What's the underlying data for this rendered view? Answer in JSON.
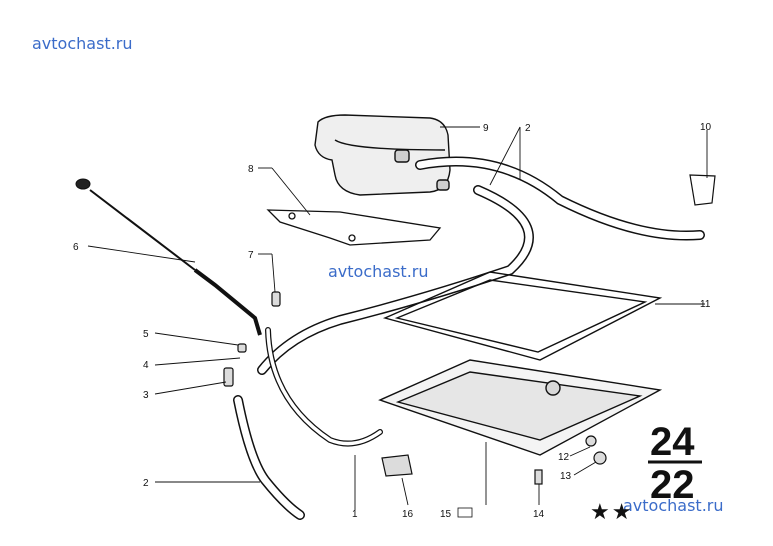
{
  "watermarks": [
    "avtochast.ru",
    "avtochast.ru",
    "avtochast.ru"
  ],
  "group_numbers": {
    "top": "24",
    "bottom": "22"
  },
  "stars": "★★",
  "callouts": [
    "1",
    "2",
    "2",
    "3",
    "4",
    "5",
    "6",
    "7",
    "8",
    "9",
    "10",
    "11",
    "12",
    "13",
    "14",
    "15",
    "16"
  ],
  "colors": {
    "ink": "#111111",
    "watermark": "#3b6cc9",
    "hose": "#2a2a2a"
  }
}
